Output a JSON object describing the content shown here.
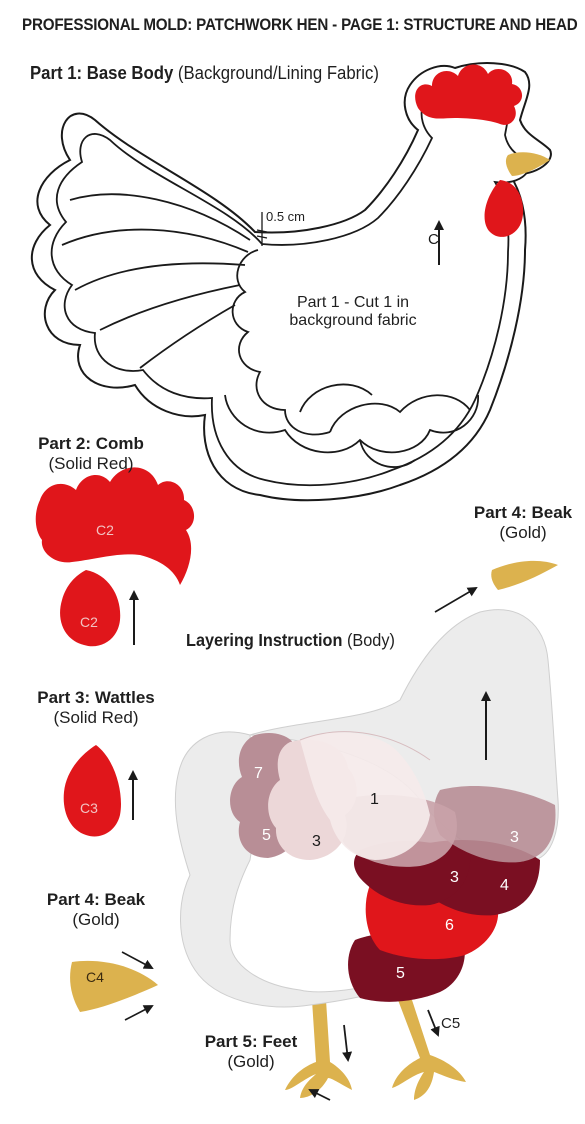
{
  "page_title": "PROFESSIONAL MOLD: PATCHWORK HEN - PAGE 1: STRUCTURE AND HEAD",
  "part1": {
    "heading_bold": "Part 1: Base Body",
    "heading_rest": " (Background/Lining Fabric)",
    "seam_allowance": "0.5 cm",
    "grain_label": "C",
    "cut_note": "Part 1 - Cut 1 in background fabric"
  },
  "part2": {
    "heading": "Part 2: Comb",
    "sub": "(Solid Red)",
    "piece_label_comb": "C2",
    "piece_label_drop": "C2"
  },
  "part3": {
    "heading": "Part 3: Wattles",
    "sub": "(Solid Red)",
    "piece_label": "C3"
  },
  "part4_left": {
    "heading": "Part 4: Beak",
    "sub": "(Gold)",
    "piece_label": "C4"
  },
  "part4_right": {
    "heading": "Part 4: Beak",
    "sub": "(Gold)"
  },
  "layering": {
    "heading_bold": "Layering Instruction",
    "heading_rest": " (Body)",
    "layer_numbers": [
      "7",
      "5",
      "3",
      "1",
      "3",
      "3",
      "4",
      "6",
      "5"
    ]
  },
  "part5": {
    "heading": "Part 5: Feet",
    "sub": "(Gold)",
    "piece_label": "C5"
  },
  "colors": {
    "red": "#e0161b",
    "dark_red": "#7a0f22",
    "gold": "#dcb24e",
    "light_pink": "#ecd7d8",
    "mauve": "#b88e96",
    "outline": "#1a1a1a"
  }
}
